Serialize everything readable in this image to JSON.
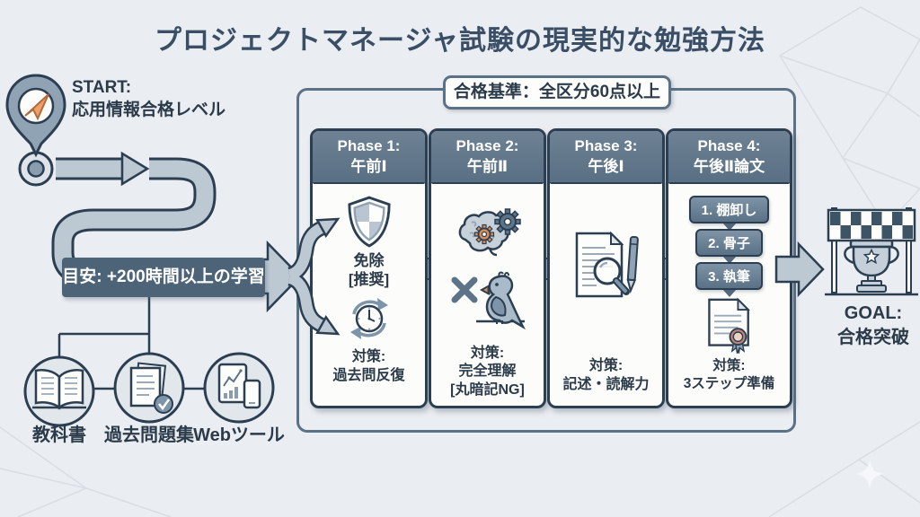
{
  "title": "プロジェクトマネージャ試験の現実的な勉強方法",
  "start": {
    "line1": "START:",
    "line2": "応用情報合格レベル"
  },
  "study_arrow": {
    "label": "目安: +200時間以上の学習"
  },
  "resources": [
    {
      "label": "教科書",
      "icon": "book-icon"
    },
    {
      "label": "過去問題集",
      "icon": "documents-check-icon"
    },
    {
      "label": "Webツール",
      "icon": "devices-chart-icon"
    }
  ],
  "criteria": "合格基準：全区分60点以上",
  "phases": [
    {
      "header": [
        "Phase 1:",
        "午前Ⅰ"
      ],
      "exempt": [
        "免除",
        "[推奨]"
      ],
      "measure": [
        "対策:",
        "過去問反復"
      ],
      "icons": [
        "shield-icon",
        "clock-refresh-icon"
      ]
    },
    {
      "header": [
        "Phase 2:",
        "午前Ⅱ"
      ],
      "measure": [
        "対策:",
        "完全理解",
        "[丸暗記NG]"
      ],
      "icons": [
        "brain-gears-icon",
        "no-rote-parrot-icon"
      ]
    },
    {
      "header": [
        "Phase 3:",
        "午後Ⅰ"
      ],
      "measure": [
        "対策:",
        "記述・読解力"
      ],
      "icons": [
        "document-search-pen-icon"
      ]
    },
    {
      "header": [
        "Phase 4:",
        "午後Ⅱ論文"
      ],
      "steps": [
        "1. 棚卸し",
        "2. 骨子",
        "3. 執筆"
      ],
      "measure": [
        "対策:",
        "3ステップ準備"
      ],
      "icons": [
        "certificate-icon"
      ]
    }
  ],
  "goal": {
    "line1": "GOAL:",
    "line2": "合格突破"
  },
  "colors": {
    "background": "#eaedf1",
    "outline": "#2c3f52",
    "slate": "#5d7488",
    "band": "#bcc8d2",
    "accent_orange": "#e8965e",
    "paper": "#fcfcfa",
    "text": "#2c3b4a",
    "rosette": "#c08578",
    "header": "#64798c"
  }
}
